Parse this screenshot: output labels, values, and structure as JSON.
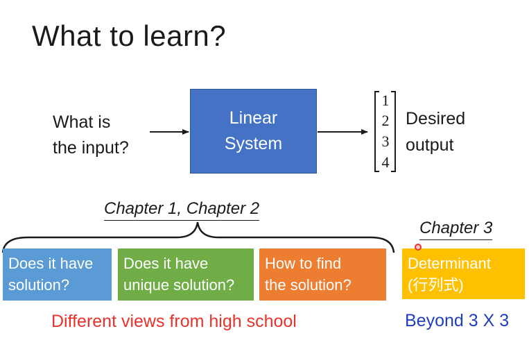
{
  "title": "What to learn?",
  "input_label": [
    "What is",
    "the input?"
  ],
  "system_label": [
    "Linear",
    "System"
  ],
  "output_vector": [
    "1",
    "2",
    "3",
    "4"
  ],
  "output_label": [
    "Desired",
    "output"
  ],
  "chapters_left": "Chapter 1, Chapter 2",
  "chapter_right": "Chapter 3",
  "questions": [
    {
      "line1": "Does it have",
      "line2": "solution?",
      "color": "#5b9bd5"
    },
    {
      "line1": "Does it have",
      "line2": "unique solution?",
      "color": "#70ad47"
    },
    {
      "line1": "How to find",
      "line2": "the solution?",
      "color": "#ed7d31"
    },
    {
      "line1": "Determinant",
      "line2": "(行列式)",
      "color": "#ffc000"
    }
  ],
  "views_note": "Different views from high school",
  "beyond_note": "Beyond 3 X 3",
  "colors": {
    "system_box": "#4472c4",
    "views_text": "#e8322b",
    "beyond_text": "#1f3fbf"
  }
}
